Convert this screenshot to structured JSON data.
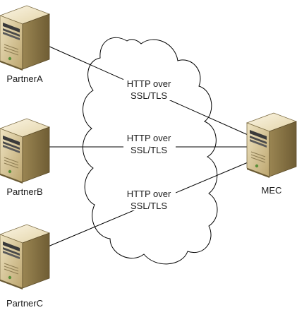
{
  "nodes": {
    "partner_a": {
      "label": "PartnerA"
    },
    "partner_b": {
      "label": "PartnerB"
    },
    "partner_c": {
      "label": "PartnerC"
    },
    "mec": {
      "label": "MEC"
    }
  },
  "connections": [
    {
      "from": "PartnerA",
      "to": "MEC",
      "line1": "HTTP over",
      "line2": "SSL/TLS"
    },
    {
      "from": "PartnerB",
      "to": "MEC",
      "line1": "HTTP over",
      "line2": "SSL/TLS"
    },
    {
      "from": "PartnerC",
      "to": "MEC",
      "line1": "HTTP over",
      "line2": "SSL/TLS"
    }
  ],
  "colors": {
    "server_front": "#d9c79a",
    "server_side": "#8f7a4c",
    "server_top": "#f3ead0",
    "line": "#000000",
    "cloud_stroke": "#000000"
  },
  "icons": [
    "server-icon",
    "cloud-icon"
  ]
}
